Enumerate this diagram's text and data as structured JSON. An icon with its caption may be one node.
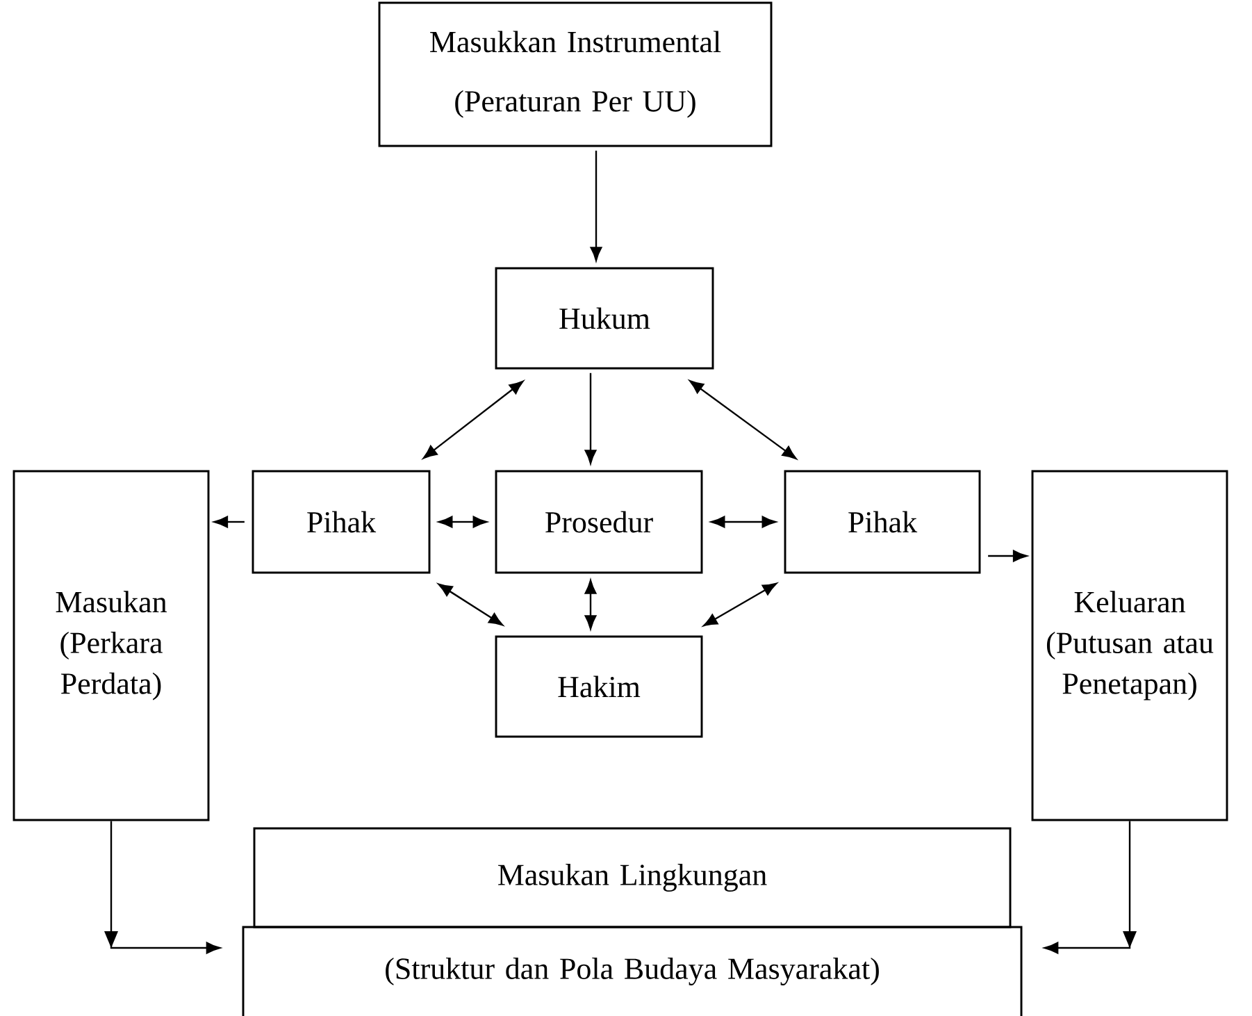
{
  "diagram": {
    "nodes": [
      {
        "text": [
          "Masukkan Instrumental",
          "(Peraturan Per UU)"
        ]
      },
      {
        "text": [
          "Hukum"
        ]
      },
      {
        "text": [
          "Masukan (Perkara Perdata)"
        ]
      },
      {
        "text": [
          "Pihak"
        ]
      },
      {
        "text": [
          "Prosedur"
        ]
      },
      {
        "text": [
          "Pihak"
        ]
      },
      {
        "text": [
          "Keluaran (Putusan atau Penetapan)"
        ]
      },
      {
        "text": [
          "Hakim"
        ]
      },
      {
        "text": [
          "Masukan Lingkungan"
        ]
      },
      {
        "text": [
          "(Struktur dan Pola Budaya Masyarakat)"
        ]
      }
    ],
    "edges": [
      {
        "from": 0,
        "to": 1,
        "arrow": "to"
      },
      {
        "from": 1,
        "to": 3,
        "arrow": "both"
      },
      {
        "from": 1,
        "to": 5,
        "arrow": "both"
      },
      {
        "from": 1,
        "to": 4,
        "arrow": "to"
      },
      {
        "from": 3,
        "to": 4,
        "arrow": "both"
      },
      {
        "from": 4,
        "to": 5,
        "arrow": "both"
      },
      {
        "from": 4,
        "to": 7,
        "arrow": "both"
      },
      {
        "from": 3,
        "to": 7,
        "arrow": "both"
      },
      {
        "from": 5,
        "to": 7,
        "arrow": "both"
      },
      {
        "from": 3,
        "to": 2,
        "arrow": "to"
      },
      {
        "from": 5,
        "to": 6,
        "arrow": "to"
      },
      {
        "from": 2,
        "to": 9,
        "arrow": "to"
      },
      {
        "from": 6,
        "to": 9,
        "arrow": "to"
      }
    ]
  }
}
